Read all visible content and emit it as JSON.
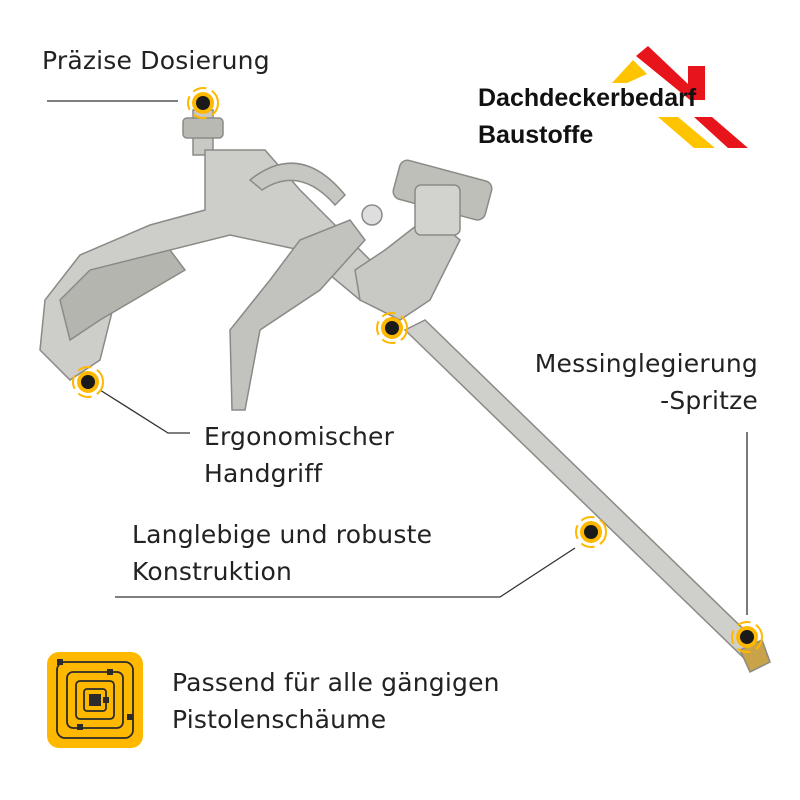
{
  "brand": {
    "line1": "Dachdeckerbedarf",
    "line2": "Baustoffe",
    "colors": {
      "red": "#e8141b",
      "yellow": "#ffc400"
    }
  },
  "callouts": [
    {
      "id": "dosierung",
      "text": "Präzise Dosierung"
    },
    {
      "id": "handgriff",
      "line1": "Ergonomischer",
      "line2": "Handgriff"
    },
    {
      "id": "messing",
      "line1": "Messinglegierung",
      "line2": "-Spritze"
    },
    {
      "id": "konstruktion",
      "line1": "Langlebige und robuste",
      "line2": "Konstruktion"
    }
  ],
  "feature": {
    "line1": "Passend für alle gängigen",
    "line2": "Pistolenschäume",
    "icon": "chip-icon"
  },
  "colors": {
    "marker": "#ffb800",
    "metal": "#c4c4c0",
    "line": "#333333"
  }
}
